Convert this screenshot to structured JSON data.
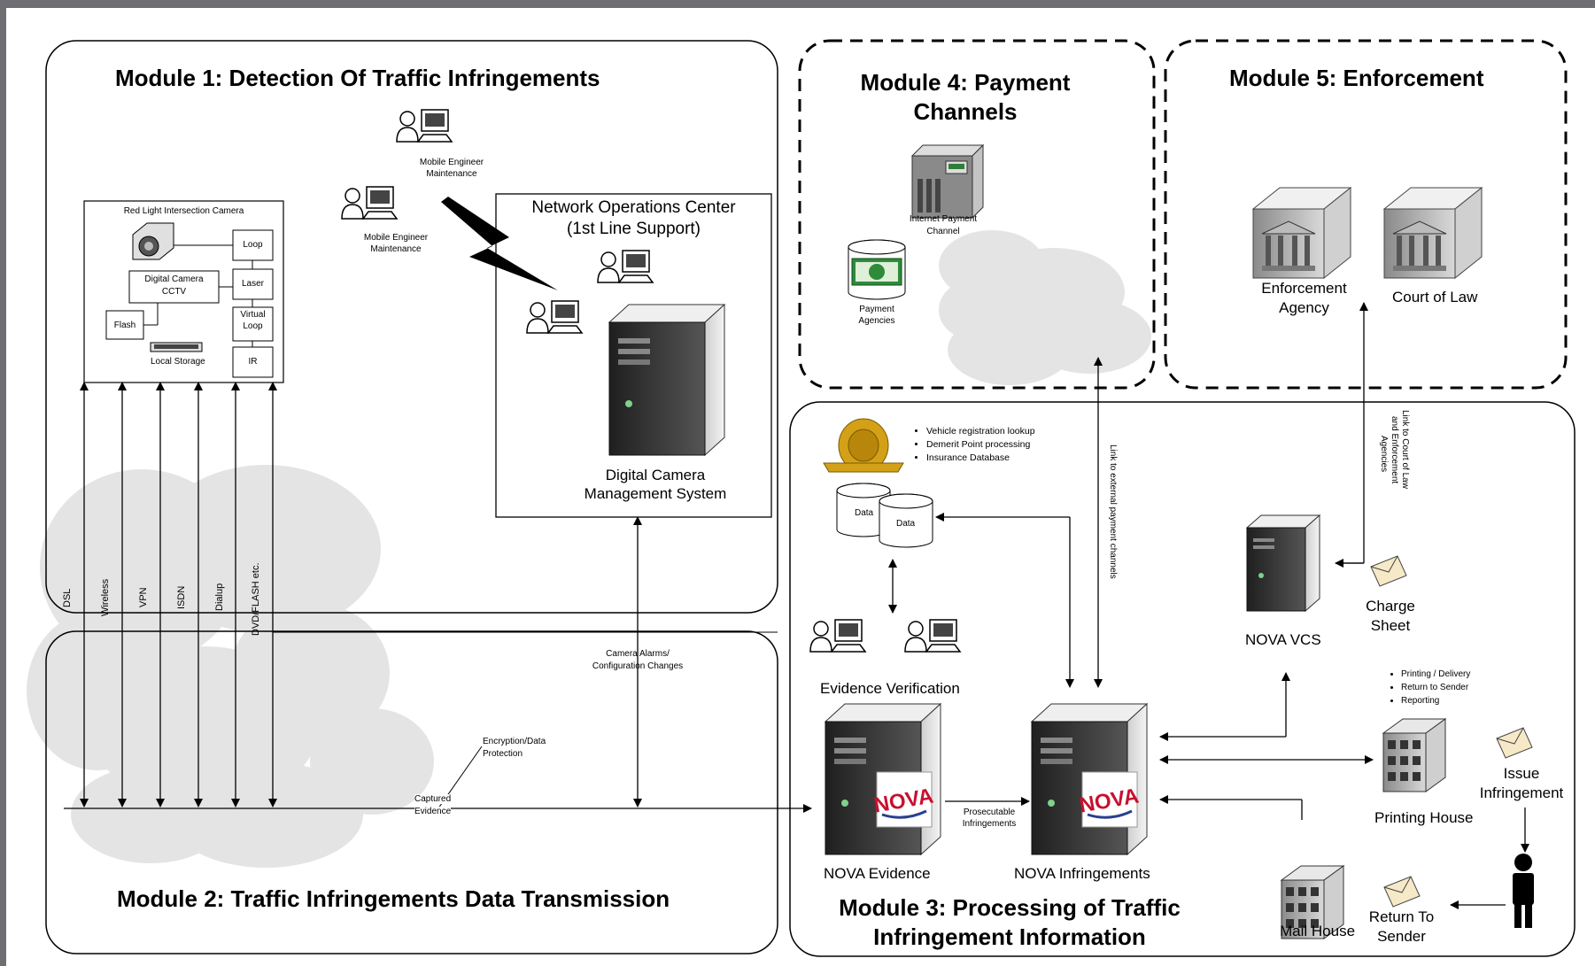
{
  "modules": {
    "m1": "Module 1: Detection Of Traffic Infringements",
    "m2": "Module 2: Traffic Infringements Data Transmission",
    "m3_line1": "Module 3: Processing of Traffic",
    "m3_line2": "Infringement Information",
    "m4_line1": "Module 4: Payment",
    "m4_line2": "Channels",
    "m5": "Module 5: Enforcement"
  },
  "camera_box": {
    "title": "Red Light Intersection Camera",
    "loop": "Loop",
    "laser": "Laser",
    "virtual_loop_1": "Virtual",
    "virtual_loop_2": "Loop",
    "ir": "IR",
    "digital_camera_1": "Digital Camera",
    "digital_camera_2": "CCTV",
    "flash": "Flash",
    "local_storage": "Local Storage"
  },
  "mobile_engineer": {
    "line1": "Mobile Engineer",
    "line2": "Maintenance"
  },
  "noc": {
    "line1": "Network Operations Center",
    "line2": "(1st Line Support)",
    "server_1": "Digital Camera",
    "server_2": "Management System"
  },
  "links": [
    "DSL",
    "Wireless",
    "VPN",
    "ISDN",
    "Dialup",
    "DVD/FLASH etc."
  ],
  "transmission": {
    "camera_alarms_1": "Camera Alarms/",
    "camera_alarms_2": "Configuration Changes",
    "encryption_1": "Encryption/Data",
    "encryption_2": "Protection",
    "captured_1": "Captured",
    "captured_2": "Evidence"
  },
  "payment": {
    "internet_1": "Internet Payment",
    "internet_2": "Channel",
    "agencies_1": "Payment",
    "agencies_2": "Agencies",
    "external_link": "Link to external payment channels"
  },
  "enforcement": {
    "agency_1": "Enforcement",
    "agency_2": "Agency",
    "court": "Court of Law",
    "link_1": "Link to Court of Law",
    "link_2": "and Enforcement",
    "link_3": "Agencies"
  },
  "processing": {
    "lookup_items": [
      "Vehicle registration lookup",
      "Demerit Point processing",
      "Insurance Database"
    ],
    "data": "Data",
    "evidence_verification": "Evidence Verification",
    "nova_evidence": "NOVA Evidence",
    "nova_infringements": "NOVA Infringements",
    "prosecutable_1": "Prosecutable",
    "prosecutable_2": "Infringements",
    "nova_vcs": "NOVA VCS",
    "charge_1": "Charge",
    "charge_2": "Sheet",
    "print_items": [
      "Printing / Delivery",
      "Return to Sender",
      "Reporting"
    ],
    "printing_house": "Printing House",
    "issue_1": "Issue",
    "issue_2": "Infringement",
    "mail_house": "Mail House",
    "return_1": "Return To",
    "return_2": "Sender",
    "nova_logo": "NOVA"
  },
  "colors": {
    "background": "#6f6f73",
    "frame": "#ffffff",
    "cloud": "#e2e2e2",
    "server_body": "#3a3a3a",
    "money": "#2e8b3a",
    "nova_red": "#c8102e",
    "badge_gold": "#d4a017"
  },
  "icons": [
    "person-computer-icon",
    "server-icon",
    "camera-icon",
    "lightning-icon",
    "cloud-icon",
    "database-icon",
    "building-icon",
    "envelope-icon",
    "person-icon",
    "money-icon",
    "badge-icon"
  ]
}
